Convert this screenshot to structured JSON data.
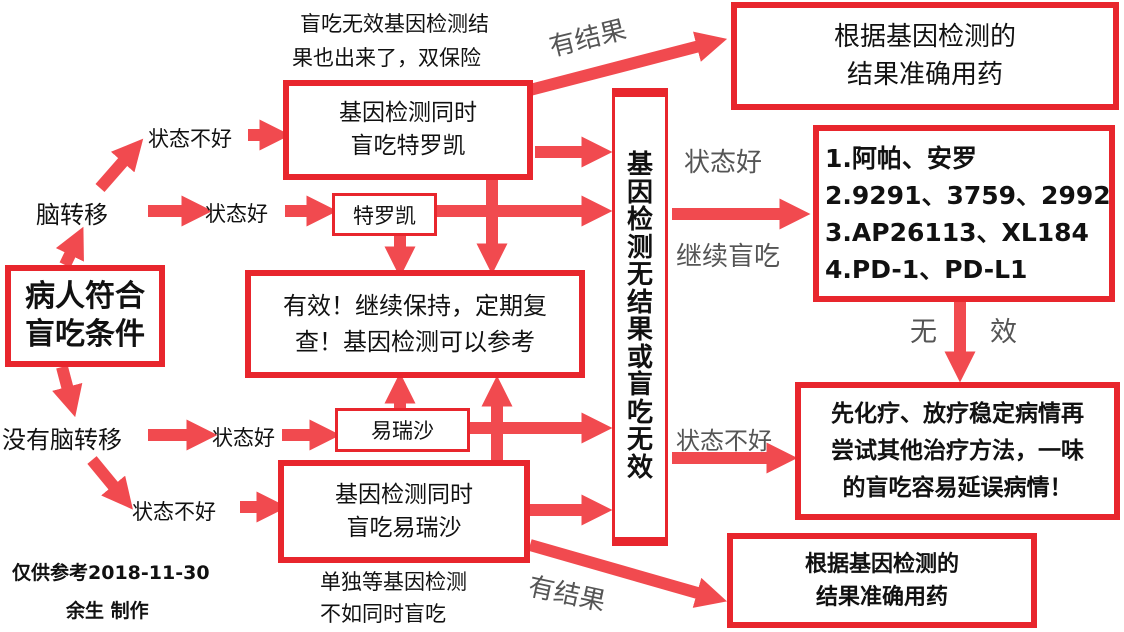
{
  "start_box": {
    "line1": "病人符合",
    "line2": "盲吃条件"
  },
  "branches": {
    "brain": "脑转移",
    "no_brain": "没有脑转移"
  },
  "states": {
    "bad": "状态不好",
    "good": "状态好",
    "continue": "继续盲吃",
    "ineffective_1": "无",
    "ineffective_2": "效"
  },
  "boxes": {
    "gene_tagrisso": {
      "line1": "基因检测同时",
      "line2": "盲吃特罗凯"
    },
    "tagrisso": "特罗凯",
    "effective": {
      "line1": "有效！继续保持，定期复",
      "line2": "查！基因检测可以参考"
    },
    "iressa": "易瑞沙",
    "gene_iressa": {
      "line1": "基因检测同时",
      "line2": "盲吃易瑞沙"
    },
    "precise_top": {
      "line1": "根据基因检测的",
      "line2": "结果准确用药"
    },
    "precise_bottom": {
      "line1": "根据基因检测的",
      "line2": "结果准确用药"
    },
    "drug_list": [
      "1.阿帕、安罗",
      "2.9291、3759、2992",
      "3.AP26113、XL184",
      "4.PD-1、PD-L1"
    ],
    "chemo": {
      "line1": "先化疗、放疗稳定病情再",
      "line2": "尝试其他治疗方法，一味",
      "line3": "的盲吃容易延误病情！"
    }
  },
  "vertical_text": [
    "基",
    "因",
    "检",
    "测",
    "无",
    "结",
    "果",
    "或",
    "盲",
    "吃",
    "无",
    "效"
  ],
  "notes": {
    "top_line1": "盲吃无效基因检测结",
    "top_line2": "果也出来了，双保险",
    "bottom_line1": "单独等基因检测",
    "bottom_line2": "不如同时盲吃",
    "has_result": "有结果"
  },
  "footer": {
    "line1": "仅供参考2018-11-30",
    "line2": "余生 制作"
  },
  "colors": {
    "red": "#e8262d",
    "arrow": "#f14a4f"
  }
}
